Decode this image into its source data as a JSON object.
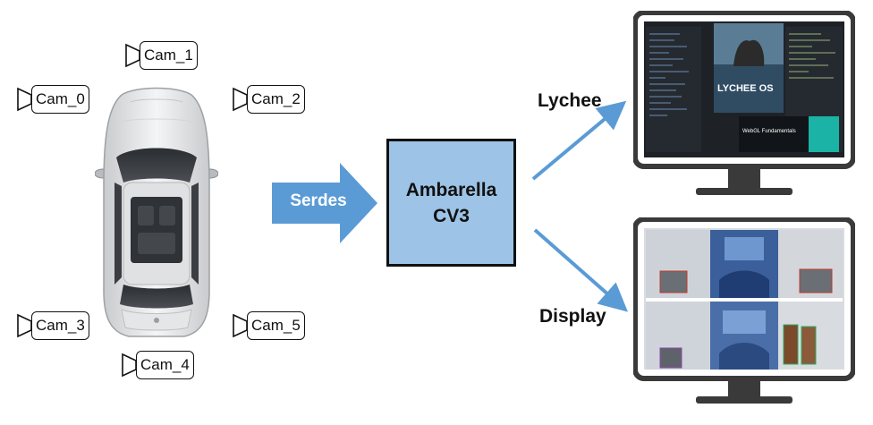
{
  "cameras": [
    {
      "id": "cam0",
      "label": "Cam_0"
    },
    {
      "id": "cam1",
      "label": "Cam_1"
    },
    {
      "id": "cam2",
      "label": "Cam_2"
    },
    {
      "id": "cam3",
      "label": "Cam_3"
    },
    {
      "id": "cam4",
      "label": "Cam_4"
    },
    {
      "id": "cam5",
      "label": "Cam_5"
    }
  ],
  "link": {
    "label": "Serdes",
    "color": "#5b9bd5"
  },
  "processor": {
    "line1": "Ambarella",
    "line2": "CV3",
    "fill": "#9dc3e6"
  },
  "outputs": [
    {
      "label": "Lychee",
      "screen_text_logo": "LYCHEE OS",
      "screen_text_card": "WebGL Fundamentals"
    },
    {
      "label": "Display"
    }
  ],
  "colors": {
    "arrow": "#5b9bd5",
    "monitor_frame": "#3a3a3a"
  }
}
